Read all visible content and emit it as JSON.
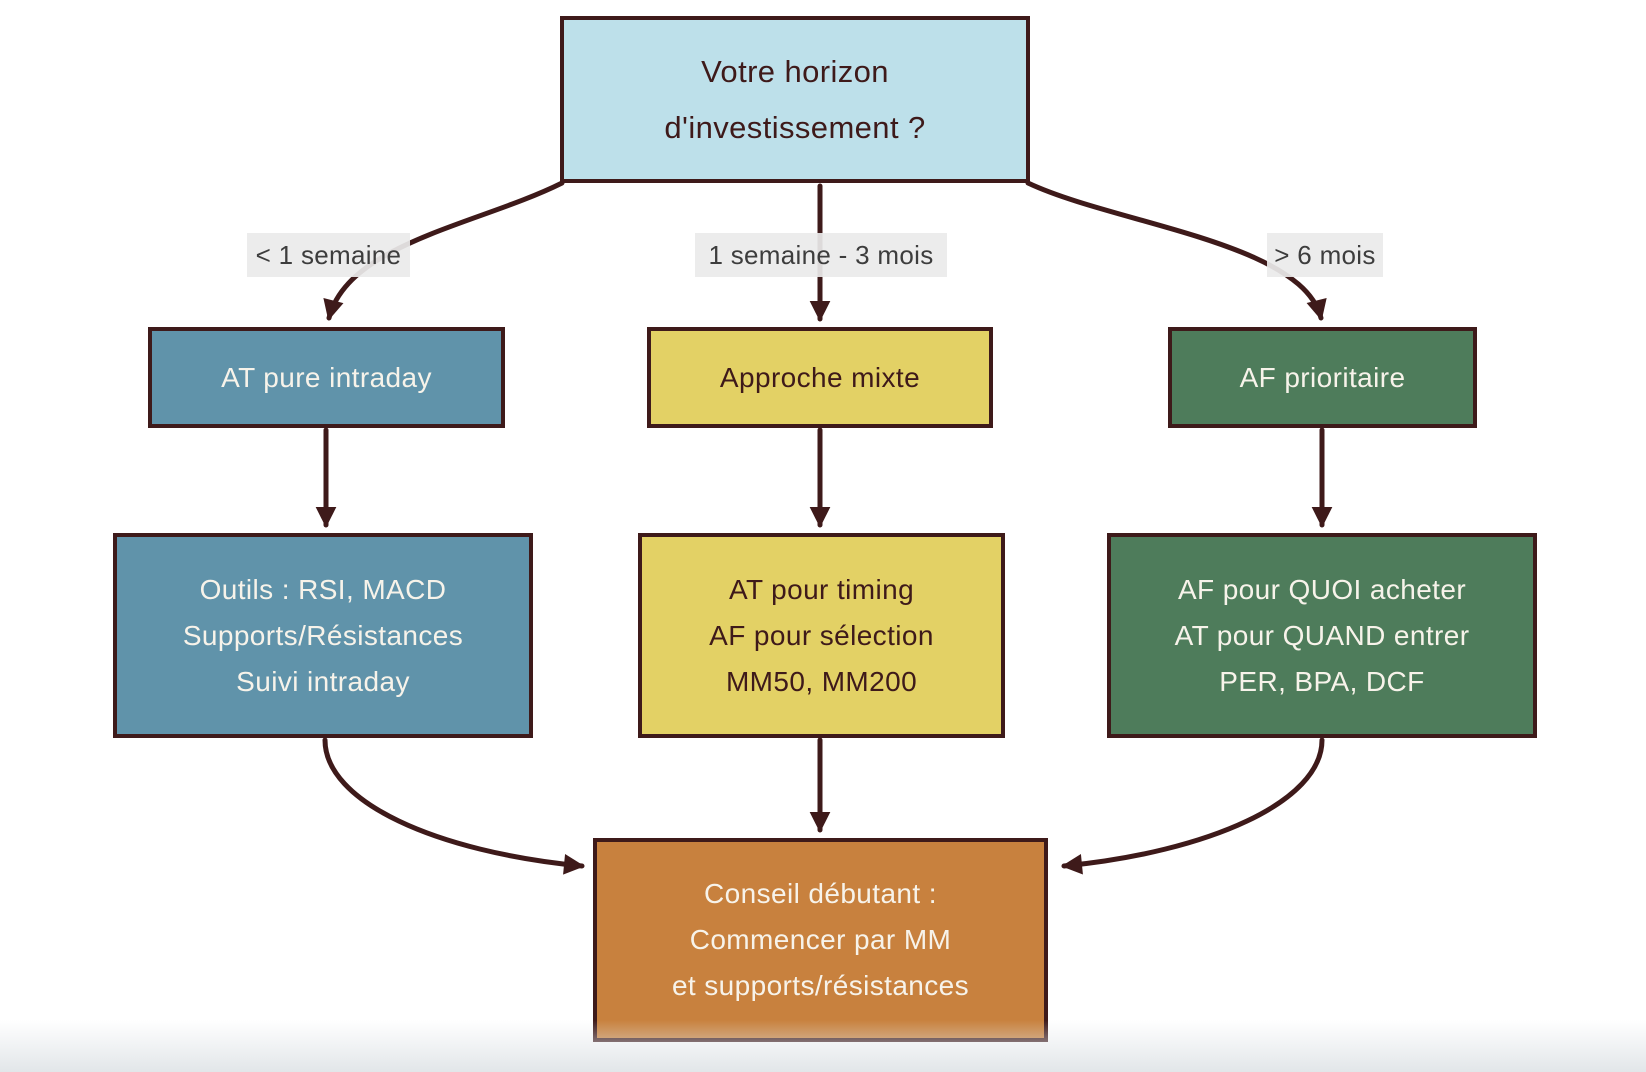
{
  "diagram": {
    "question_node": {
      "lines": [
        "Votre horizon",
        "d'investissement ?"
      ]
    },
    "branch_labels": {
      "short_term": "< 1 semaine",
      "mid_term": "1 semaine - 3 mois",
      "long_term": "> 6 mois"
    },
    "nodes": {
      "at_pure": {
        "label": "AT pure intraday"
      },
      "approche_mixte": {
        "label": "Approche mixte"
      },
      "af_prioritaire": {
        "label": "AF prioritaire"
      },
      "at_detail": {
        "lines": [
          "Outils : RSI, MACD",
          "Supports/Résistances",
          "Suivi intraday"
        ]
      },
      "mixte_detail": {
        "lines": [
          "AT pour timing",
          "AF pour sélection",
          "MM50, MM200"
        ]
      },
      "af_detail": {
        "lines": [
          "AF pour QUOI acheter",
          "AT pour QUAND entrer",
          "PER, BPA, DCF"
        ]
      },
      "conseil": {
        "lines": [
          "Conseil débutant :",
          "Commencer par MM",
          "et supports/résistances"
        ]
      }
    },
    "colors": {
      "question_fill": "#bde0ea",
      "technical_fill": "#6093aa",
      "mixed_fill": "#e3d165",
      "fundamental_fill": "#4e7c5b",
      "advice_fill": "#c8813e",
      "outline_and_arrows": "#3e1a1a",
      "label_background": "#eaeaea",
      "label_text": "#3d3d3d",
      "light_text": "#f7f3ea"
    }
  }
}
